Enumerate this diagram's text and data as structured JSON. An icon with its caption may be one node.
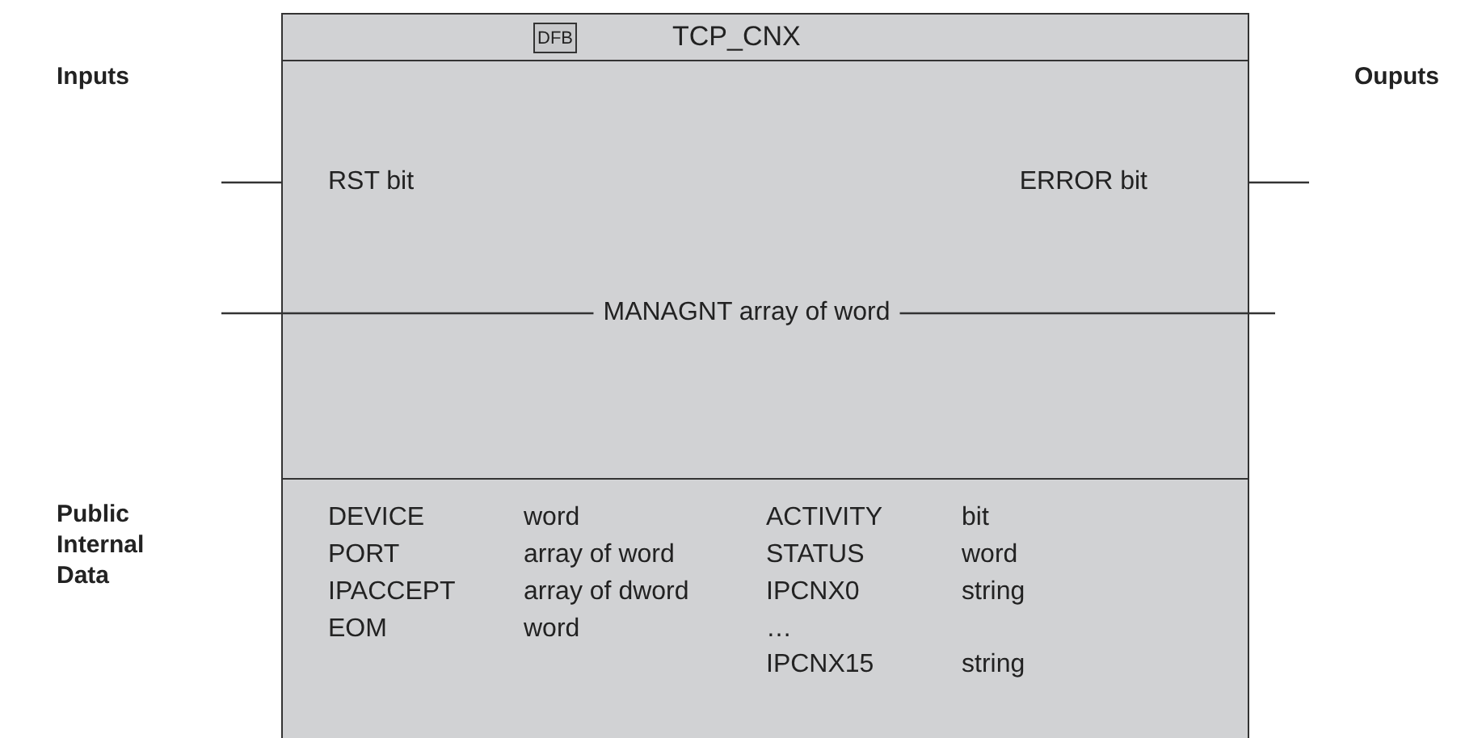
{
  "diagram": {
    "nodes": [
      {
        "text": [
          "TCP_CNX"
        ]
      },
      {
        "text": [
          "DFB"
        ],
        "in": 0
      },
      {
        "text": [
          "MANAGNT array of word"
        ],
        "in": 0
      }
    ],
    "edges": [
      {
        "from": null,
        "to": 0,
        "arrow": "none"
      },
      {
        "from": 0,
        "to": null,
        "arrow": "none"
      },
      {
        "from": null,
        "to": 2,
        "arrow": "none"
      },
      {
        "from": 2,
        "to": null,
        "arrow": "none"
      }
    ],
    "labels": [
      "Inputs",
      "Ouputs",
      "RST bit",
      "ERROR bit",
      "Public Internal Data",
      "DEVICE",
      "word",
      "ACTIVITY",
      "bit",
      "PORT",
      "array of word",
      "STATUS",
      "word",
      "IPACCEPT",
      "array of dword",
      "IPCNX0",
      "string",
      "EOM",
      "word",
      "…",
      "IPCNX15",
      "string"
    ]
  }
}
